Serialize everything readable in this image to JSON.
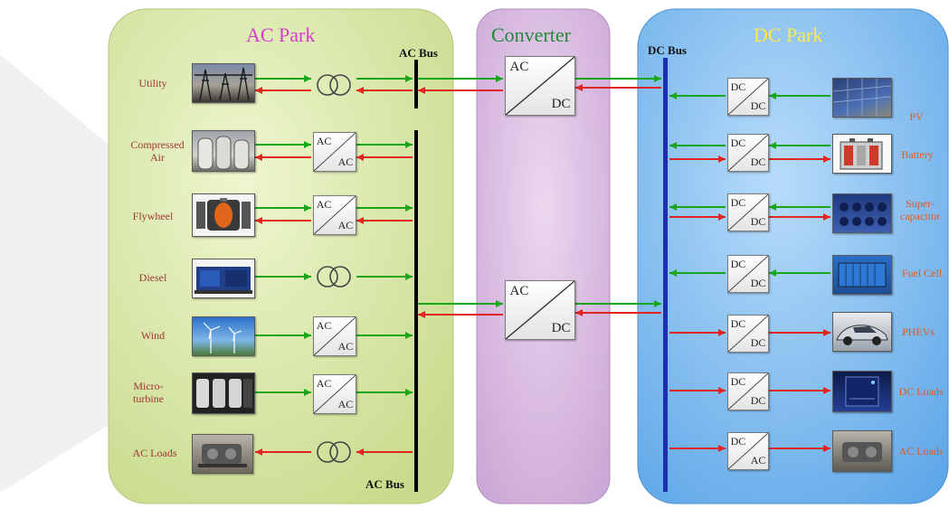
{
  "sections": {
    "ac_park": {
      "title": "AC Park",
      "title_color": "#d63ad0"
    },
    "converter": {
      "title": "Converter",
      "title_color": "#1f8a3a"
    },
    "dc_park": {
      "title": "DC Park",
      "title_color": "#ffe84a"
    }
  },
  "buses": {
    "ac_bus_top": "AC Bus",
    "ac_bus_bottom": "AC Bus",
    "dc_bus": "DC Bus"
  },
  "ac_devices": [
    {
      "label": "Utility",
      "converter": "transformer",
      "flow": "both",
      "icon": "utility-substation"
    },
    {
      "label": "Compressed Air",
      "converter": "AC/AC",
      "flow": "both",
      "icon": "compressed-air-tanks"
    },
    {
      "label": "Flywheel",
      "converter": "AC/AC",
      "flow": "both",
      "icon": "flywheel"
    },
    {
      "label": "Diesel",
      "converter": "transformer",
      "flow": "to-bus",
      "icon": "diesel-generator"
    },
    {
      "label": "Wind",
      "converter": "AC/AC",
      "flow": "to-bus",
      "icon": "wind-turbines"
    },
    {
      "label": "Micro-turbine",
      "converter": "AC/AC",
      "flow": "to-bus",
      "icon": "micro-turbine"
    },
    {
      "label": "AC Loads",
      "converter": "transformer",
      "flow": "from-bus",
      "icon": "engine-load"
    }
  ],
  "converters": [
    {
      "top": "AC",
      "bottom": "DC"
    },
    {
      "top": "AC",
      "bottom": "DC"
    }
  ],
  "dc_devices": [
    {
      "label": "PV",
      "converter_top": "DC",
      "converter_bottom": "DC",
      "flow": "to-bus",
      "icon": "solar-panel"
    },
    {
      "label": "Battery",
      "converter_top": "DC",
      "converter_bottom": "DC",
      "flow": "both",
      "icon": "battery"
    },
    {
      "label": "Super-capacitor",
      "converter_top": "DC",
      "converter_bottom": "DC",
      "flow": "both",
      "icon": "supercapacitor"
    },
    {
      "label": "Fuel Cell",
      "converter_top": "DC",
      "converter_bottom": "DC",
      "flow": "to-bus",
      "icon": "fuel-cell"
    },
    {
      "label": "PHEVs",
      "converter_top": "DC",
      "converter_bottom": "DC",
      "flow": "from-bus",
      "icon": "electric-car"
    },
    {
      "label": "DC Loads",
      "converter_top": "DC",
      "converter_bottom": "DC",
      "flow": "from-bus",
      "icon": "dc-load-server"
    },
    {
      "label": "AC Loads",
      "converter_top": "DC",
      "converter_bottom": "AC",
      "flow": "from-bus",
      "icon": "engine-load"
    }
  ],
  "colors": {
    "ac_park_bg": "#d9e8a8",
    "converter_bg": "#d9b7e0",
    "dc_park_bg": "#7fbcf0",
    "ac_label": "#a03838",
    "dc_label": "#e25a1c",
    "arrow_green": "#1aa51a",
    "arrow_red": "#e0241f",
    "dc_bus": "#1c2fb0",
    "ac_bus": "#000000"
  }
}
